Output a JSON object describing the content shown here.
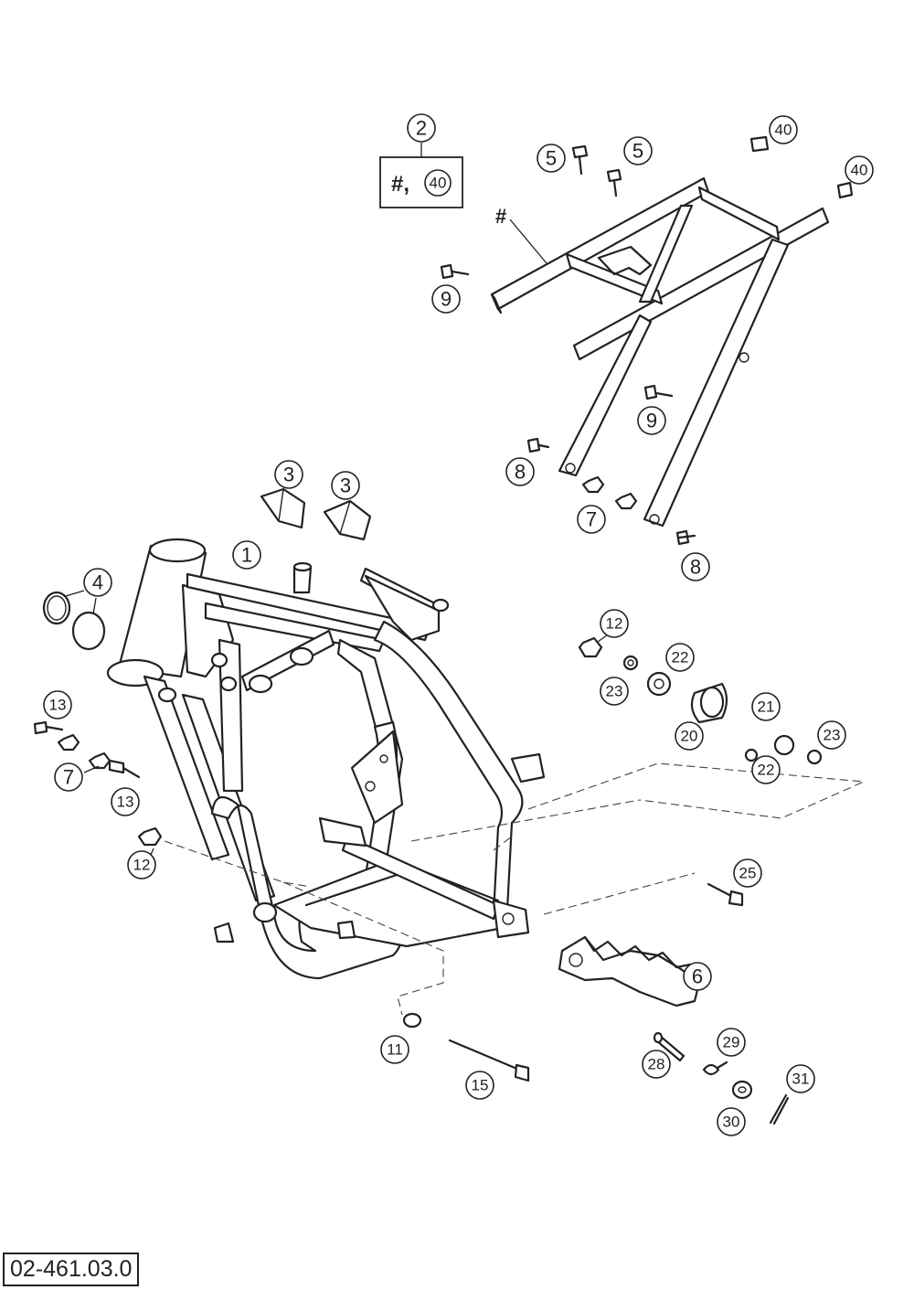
{
  "drawing_code": "02-461.03.0",
  "kit_box": {
    "callout": "2",
    "text_prefix": "#,",
    "text_circled": "40"
  },
  "subframe_marker": "#",
  "callouts": {
    "c1": "1",
    "c3a": "3",
    "c3b": "3",
    "c4": "4",
    "c5a": "5",
    "c5b": "5",
    "c6": "6",
    "c7a": "7",
    "c7b": "7",
    "c8a": "8",
    "c8b": "8",
    "c9a": "9",
    "c9b": "9",
    "c11": "11",
    "c12a": "12",
    "c12b": "12",
    "c13a": "13",
    "c13b": "13",
    "c15": "15",
    "c20": "20",
    "c21": "21",
    "c22a": "22",
    "c22b": "22",
    "c23a": "23",
    "c23b": "23",
    "c25": "25",
    "c28": "28",
    "c29": "29",
    "c30": "30",
    "c31": "31",
    "c40a": "40",
    "c40b": "40"
  }
}
